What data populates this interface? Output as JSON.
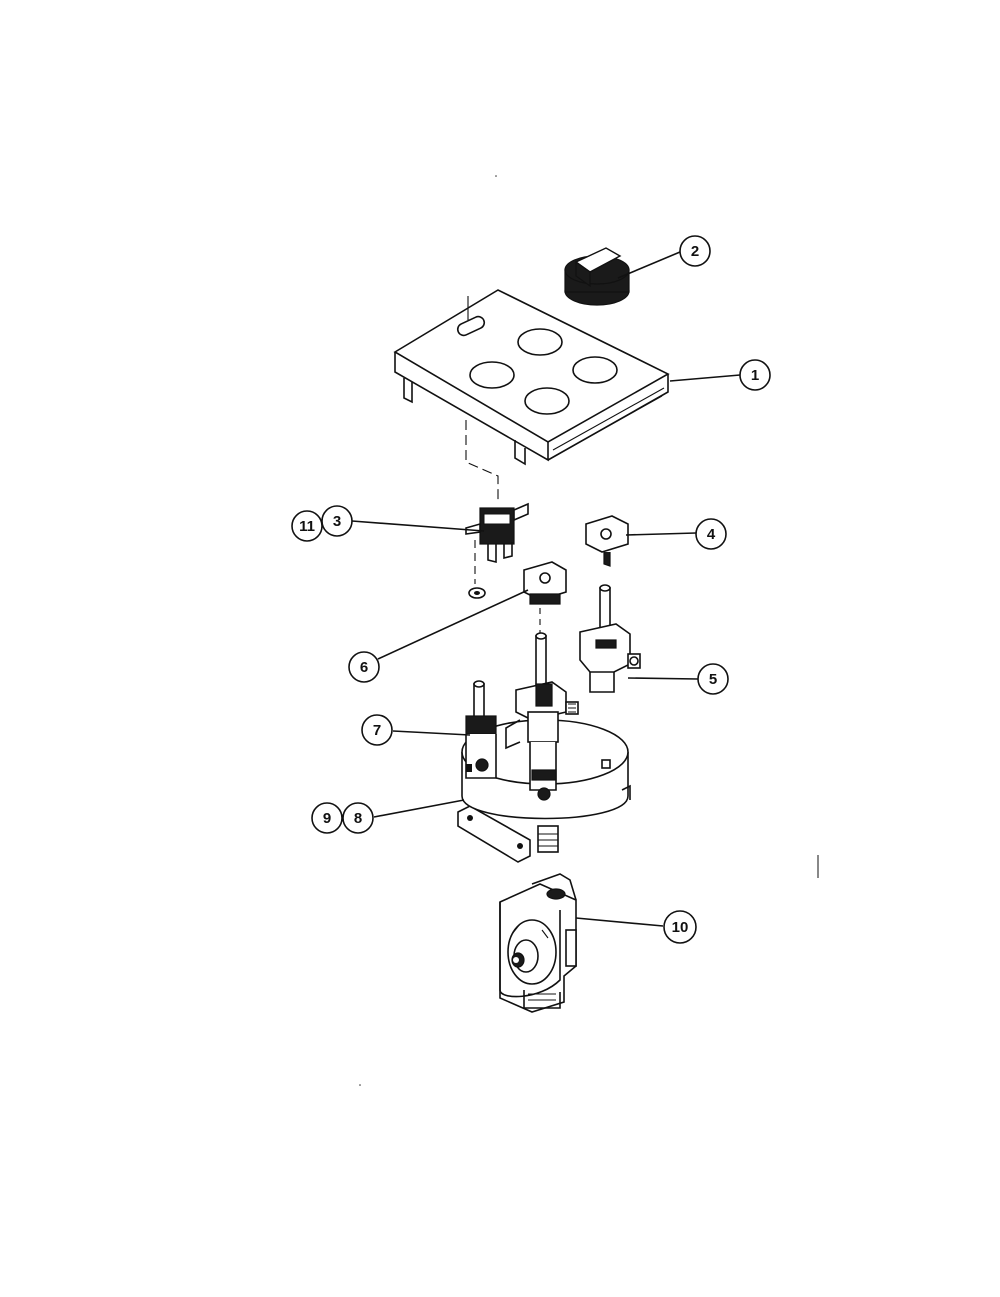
{
  "callouts": [
    {
      "id": "c1",
      "label": "1"
    },
    {
      "id": "c2",
      "label": "2"
    },
    {
      "id": "c3",
      "label": "3"
    },
    {
      "id": "c4",
      "label": "4"
    },
    {
      "id": "c5",
      "label": "5"
    },
    {
      "id": "c6",
      "label": "6"
    },
    {
      "id": "c7",
      "label": "7"
    },
    {
      "id": "c8",
      "label": "8"
    },
    {
      "id": "c9",
      "label": "9"
    },
    {
      "id": "c10",
      "label": "10"
    },
    {
      "id": "c11",
      "label": "11"
    }
  ],
  "colors": {
    "line": "#111111",
    "background": "#ffffff"
  }
}
